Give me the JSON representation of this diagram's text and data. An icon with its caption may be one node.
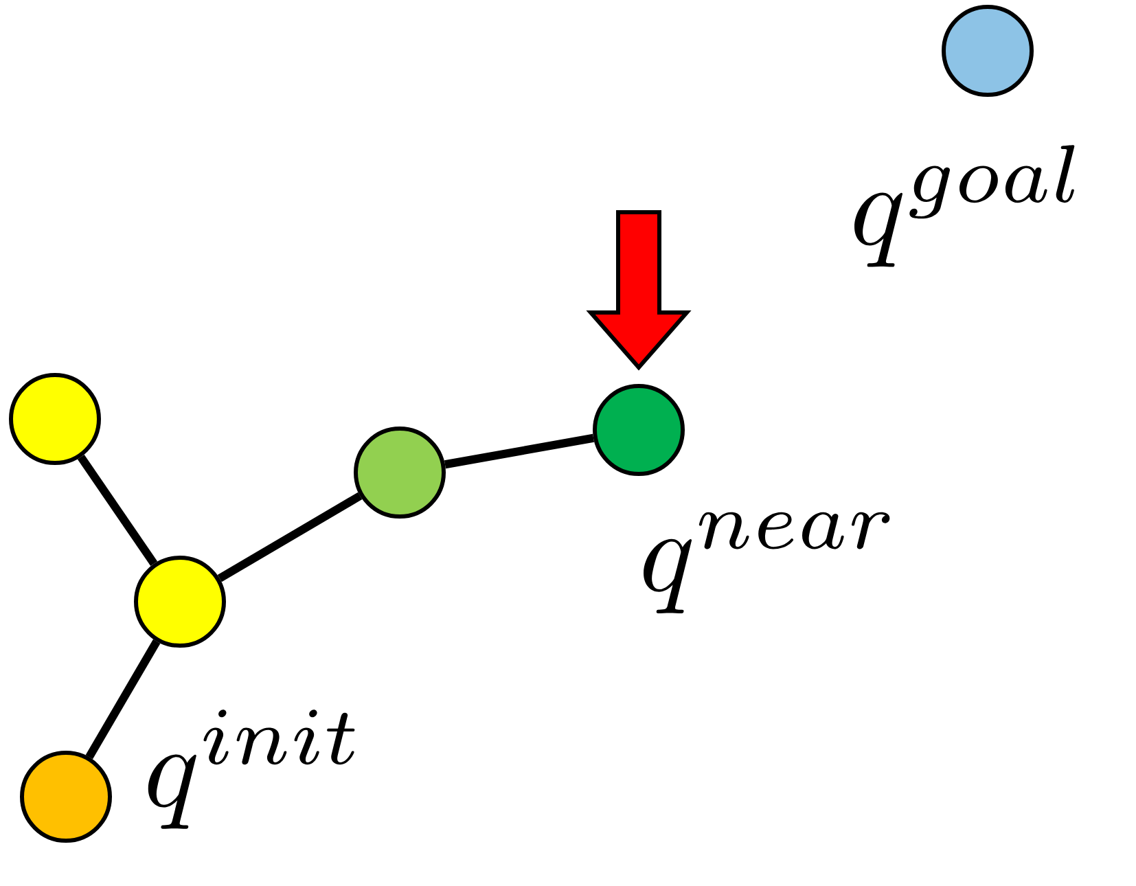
{
  "diagram": {
    "nodes": [
      {
        "text": [],
        "shape": "circle"
      },
      {
        "text": [],
        "shape": "circle"
      },
      {
        "text": [],
        "shape": "circle",
        "beside": [
          "q^{init}"
        ]
      },
      {
        "text": [],
        "shape": "circle"
      },
      {
        "text": [],
        "shape": "circle",
        "beside": [
          "q^{near}"
        ]
      },
      {
        "text": [],
        "shape": "circle",
        "beside": [
          "q^{goal}"
        ]
      }
    ],
    "edges": [
      {
        "from": 0,
        "to": 1,
        "arrow": "none"
      },
      {
        "from": 1,
        "to": 2,
        "arrow": "none"
      },
      {
        "from": 1,
        "to": 3,
        "arrow": "none"
      },
      {
        "from": 3,
        "to": 4,
        "arrow": "none"
      },
      {
        "from": null,
        "to": 4,
        "arrow": "to",
        "style": "thick",
        "color": "#ff0000"
      }
    ]
  }
}
